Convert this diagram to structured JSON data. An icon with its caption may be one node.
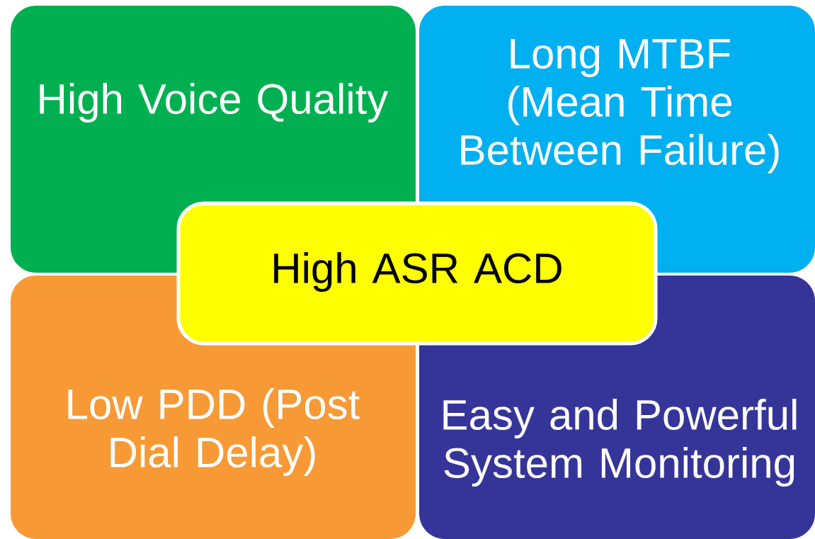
{
  "diagram": {
    "nodes": [
      {
        "text": [
          "High Voice Quality"
        ]
      },
      {
        "text": [
          "Long MTBF (Mean Time Between Failure)"
        ]
      },
      {
        "text": [
          "High ASR ACD"
        ]
      },
      {
        "text": [
          "Low PDD (Post Dial Delay)"
        ]
      },
      {
        "text": [
          "Easy and Powerful System Monitoring"
        ]
      }
    ]
  }
}
